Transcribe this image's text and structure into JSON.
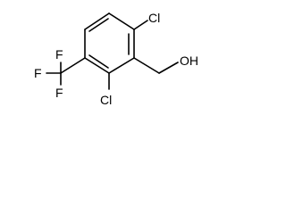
{
  "molecule": {
    "atoms": {
      "cl_top": "Cl",
      "cl_bottom": "Cl",
      "hydroxyl": "OH",
      "f_top": "F",
      "f_left": "F",
      "f_bottom": "F"
    }
  }
}
